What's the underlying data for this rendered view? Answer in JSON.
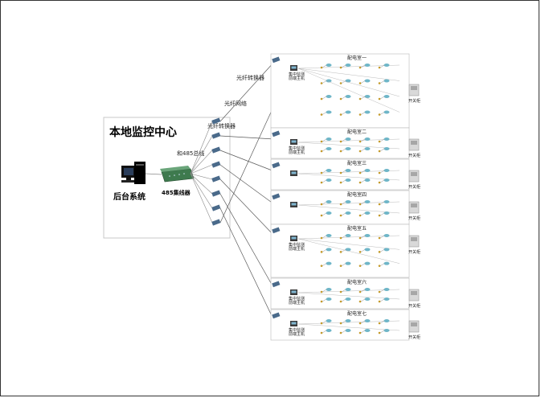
{
  "center": {
    "title": "本地监控中心",
    "backend_label": "后台系统",
    "hub_label": "485集线器",
    "bus_label": "和485总线"
  },
  "fiber_labels": {
    "converter_top": "光纤转换器",
    "fiber_network": "光纤网络",
    "converter_left": "光纤转换器"
  },
  "rooms": [
    {
      "title": "配电室一",
      "host_label": "集中监测\n前端主机",
      "switch_label": "开关柜",
      "rows": 4
    },
    {
      "title": "配电室二",
      "host_label": "集中监测\n前端主机",
      "switch_label": "开关柜",
      "rows": 2
    },
    {
      "title": "配电室三",
      "host_label": "",
      "switch_label": "开关柜",
      "rows": 2
    },
    {
      "title": "配电室四",
      "host_label": "",
      "switch_label": "开关柜",
      "rows": 2
    },
    {
      "title": "配电室五",
      "host_label": "集中监测\n前端主机",
      "switch_label": "开关柜",
      "rows": 3
    },
    {
      "title": "配电室六",
      "host_label": "集中监测\n前端主机",
      "switch_label": "开关柜",
      "rows": 2
    },
    {
      "title": "配电室七",
      "host_label": "集中监测\n前端主机",
      "switch_label": "开关柜",
      "rows": 2
    }
  ],
  "colors": {
    "line": "#8a8a8a",
    "fiber": "#5a5a5a",
    "hub": "#3e7a4e",
    "converter": "#4a6a8a",
    "sensor": "#6fb6c8",
    "node": "#c49a2a"
  }
}
